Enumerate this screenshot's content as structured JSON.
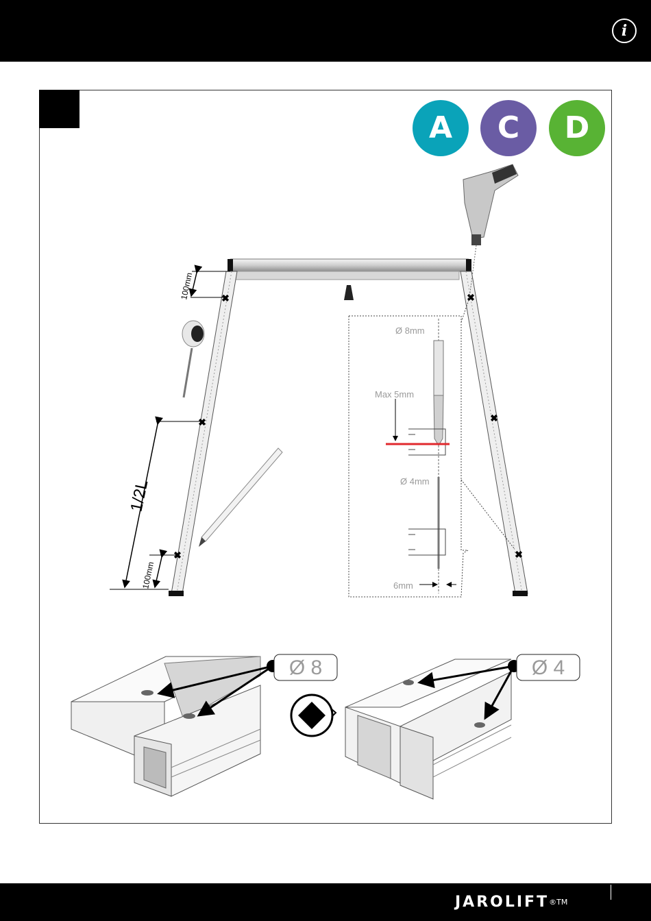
{
  "badges": [
    {
      "letter": "A",
      "color": "#0aa3b9"
    },
    {
      "letter": "C",
      "color": "#6a5ca4"
    },
    {
      "letter": "D",
      "color": "#58b334"
    }
  ],
  "labels": {
    "top_offset": "100mm",
    "bottom_offset": "100mm",
    "half_length": "1/2L",
    "drill_8": "Ø 8mm",
    "max_depth": "Max 5mm",
    "drill_4": "Ø 4mm",
    "edge_offset": "6mm",
    "callout_8": "Ø 8",
    "callout_4": "Ø 4"
  },
  "brand": {
    "name": "JAROLIFT",
    "mark": "®TM"
  },
  "colors": {
    "depth_line": "#e0282d",
    "callout_text": "#9a9a9a"
  },
  "icons": {
    "info": "info-icon",
    "rotate": "rotate-icon"
  }
}
